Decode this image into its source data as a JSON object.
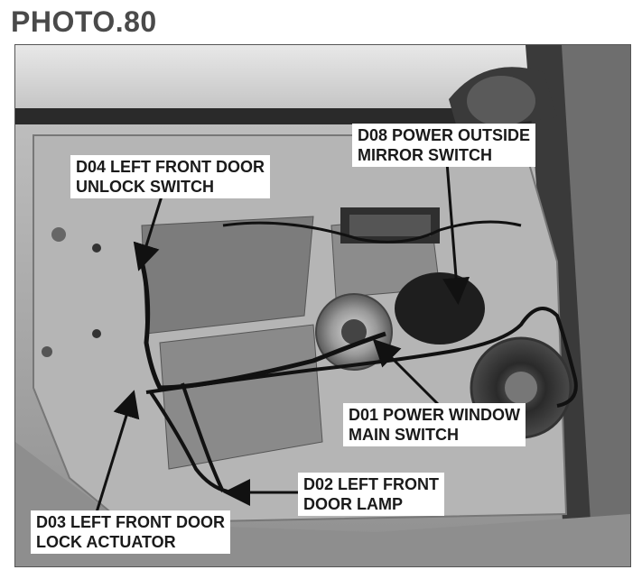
{
  "title": "PHOTO.80",
  "callouts": {
    "d04": {
      "line1": "D04 LEFT FRONT DOOR",
      "line2": "UNLOCK SWITCH"
    },
    "d08": {
      "line1": "D08 POWER OUTSIDE",
      "line2": "MIRROR SWITCH"
    },
    "d01": {
      "line1": "D01 POWER WINDOW",
      "line2": "MAIN SWITCH"
    },
    "d02": {
      "line1": "D02 LEFT FRONT",
      "line2": "DOOR LAMP"
    },
    "d03": {
      "line1": "D03 LEFT FRONT DOOR",
      "line2": "LOCK ACTUATOR"
    }
  }
}
